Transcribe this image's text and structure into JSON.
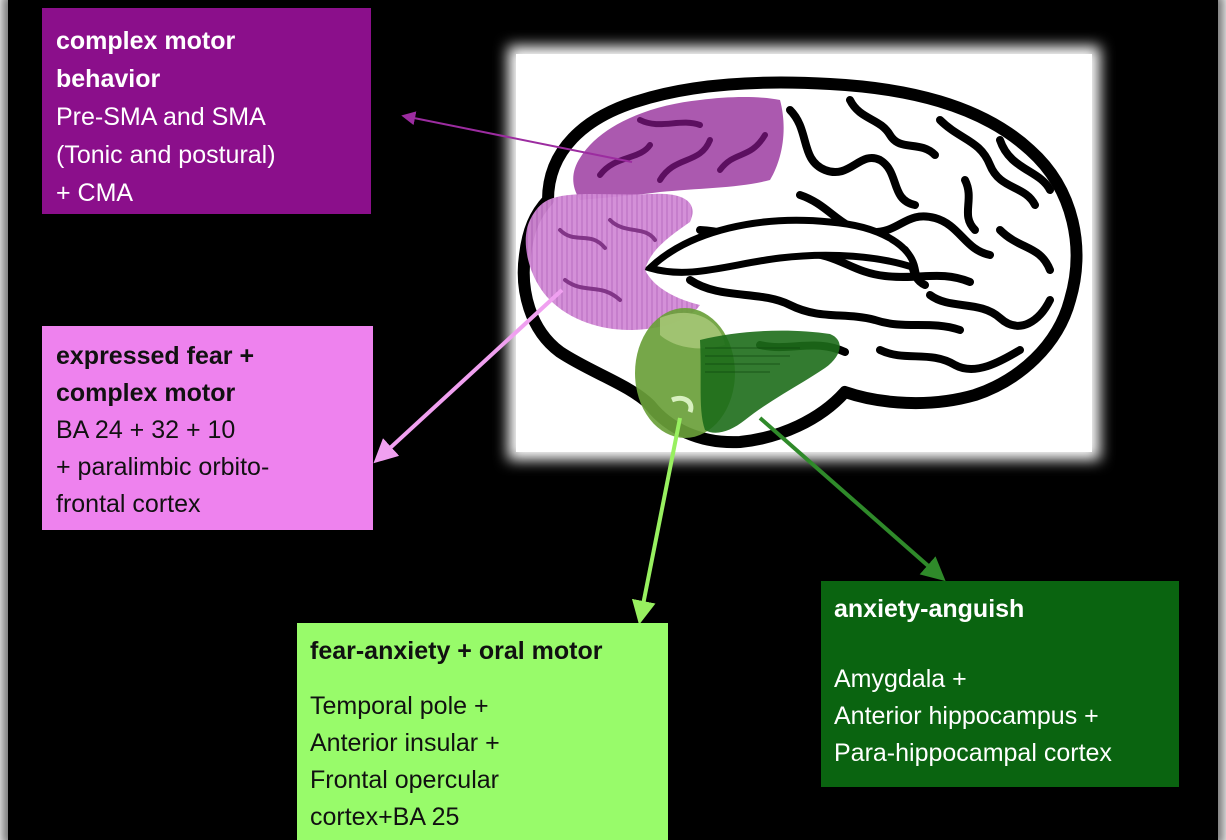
{
  "colors": {
    "background": "#000000",
    "complex_motor": "#8b0f8b",
    "expressed_fear": "#ee82ee",
    "oral_motor": "#98fb6a",
    "anxiety_anguish": "#0a6410"
  },
  "boxes": {
    "complex_motor": {
      "title_1": "complex motor",
      "title_2": "behavior",
      "line_1": "Pre-SMA and SMA",
      "line_2": "(Tonic and postural)",
      "line_3": "+ CMA"
    },
    "expressed_fear": {
      "title_1": "expressed fear +",
      "title_2": "complex motor",
      "line_1": "BA 24 + 32 + 10",
      "line_2": "+ paralimbic orbito-",
      "line_3": "frontal cortex"
    },
    "oral_motor": {
      "title": "fear-anxiety + oral motor",
      "line_1": "Temporal pole +",
      "line_2": "Anterior insular +",
      "line_3": "Frontal opercular",
      "line_4": "cortex+BA 25"
    },
    "anxiety_anguish": {
      "title": "anxiety-anguish",
      "line_1": "Amygdala +",
      "line_2": "Anterior hippocampus +",
      "line_3": "Para-hippocampal cortex"
    }
  }
}
